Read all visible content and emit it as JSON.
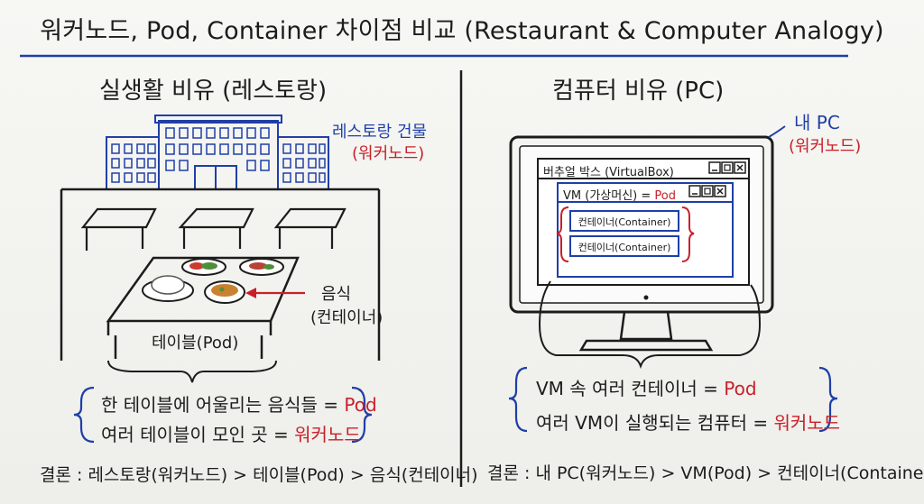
{
  "title": "워커노드, Pod, Container 차이점 비교 (Restaurant & Computer Analogy)",
  "left": {
    "heading": "실생활 비유 (레스토랑)",
    "building_label": "레스토랑 건물",
    "building_sub": "(워커노드)",
    "food_label": "음식",
    "food_sub": "(컨테이너)",
    "table_label": "테이블(Pod)",
    "summary_line1_prefix": "한 테이블에 어울리는 음식들 = ",
    "summary_line1_value": "Pod",
    "summary_line2_prefix": "여러 테이블이 모인 곳 = ",
    "summary_line2_value": "워커노드",
    "conclusion": "결론 : 레스토랑(워커노드) > 테이블(Pod) > 음식(컨테이너)"
  },
  "right": {
    "heading": "컴퓨터 비유 (PC)",
    "pc_label": "내 PC",
    "pc_sub": "(워커노드)",
    "vbox_title": "버추얼 박스 (VirtualBox)",
    "vm_title_prefix": "VM (가상머신) = ",
    "vm_title_value": "Pod",
    "container1": "컨테이너(Container)",
    "container2": "컨테이너(Container)",
    "summary_line1_prefix": "VM 속 여러 컨테이너 = ",
    "summary_line1_value": "Pod",
    "summary_line2_prefix": "여러 VM이 실행되는 컴퓨터 = ",
    "summary_line2_value": "워커노드",
    "conclusion": "결론 : 내 PC(워커노드) > VM(Pod) > 컨테이너(Container)"
  },
  "colors": {
    "ink": "#1c1c1c",
    "blue": "#1f3fa8",
    "red": "#c8202a"
  }
}
